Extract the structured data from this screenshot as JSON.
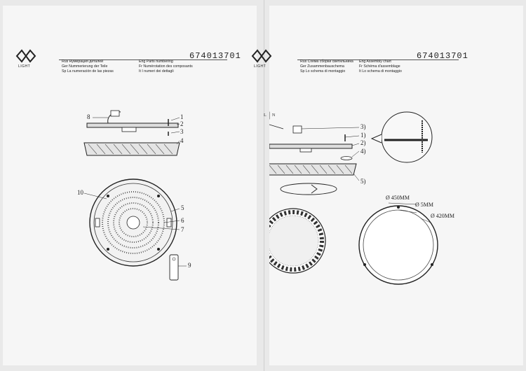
{
  "left_page": {
    "logo_text": "LIGHT",
    "doc_number": "674013701",
    "headings_col1": [
      "Rus Нумерация деталей",
      "Ger Nummerierung der Teile",
      "Sp La numeración de las piezas"
    ],
    "headings_col2": [
      "Eng Parts numbering",
      "Fr Numérotation des composants",
      "It I numeri dei dettagli"
    ],
    "callouts": [
      "1",
      "2",
      "3",
      "4",
      "5",
      "6",
      "7",
      "8",
      "9",
      "10"
    ]
  },
  "right_page": {
    "logo_text": "LIGHT",
    "doc_number": "674013701",
    "headings_col1": [
      "Rus Схема сборки светильника",
      "Ger Zusammenbauschema",
      "Sp Lo schema di montaggio"
    ],
    "headings_col2": [
      "Eng Assembly chart",
      "Fr Schéma d'assemblage",
      "It Lo schema di montaggio"
    ],
    "callouts": [
      "3)",
      "1)",
      "2)",
      "4)",
      "5)"
    ],
    "wire_labels": [
      "L",
      "N"
    ],
    "dimensions": [
      "Ø 450MM",
      "Ø 5MM",
      "Ø 420MM"
    ]
  },
  "colors": {
    "ink": "#222222",
    "paper": "#f6f6f6"
  }
}
